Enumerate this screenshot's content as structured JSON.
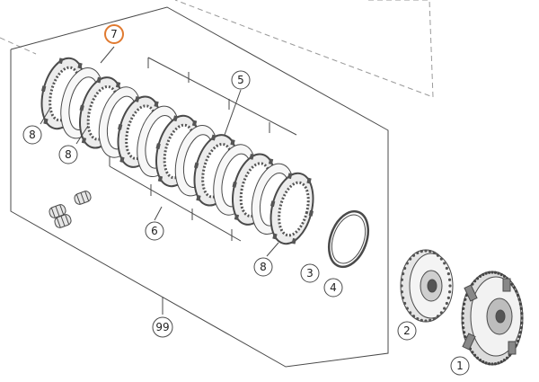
{
  "colors": {
    "line": "#4a4a4a",
    "part_dark": "#555555",
    "part_light": "#e6e6e6",
    "highlight": "#e07a30",
    "dashed": "#9a9a9a"
  },
  "callouts": {
    "c7": "7",
    "c5": "5",
    "c8a": "8",
    "c8b": "8",
    "c8c": "8",
    "c6": "6",
    "c3": "3",
    "c4": "4",
    "c2": "2",
    "c1": "1",
    "c99": "99"
  }
}
